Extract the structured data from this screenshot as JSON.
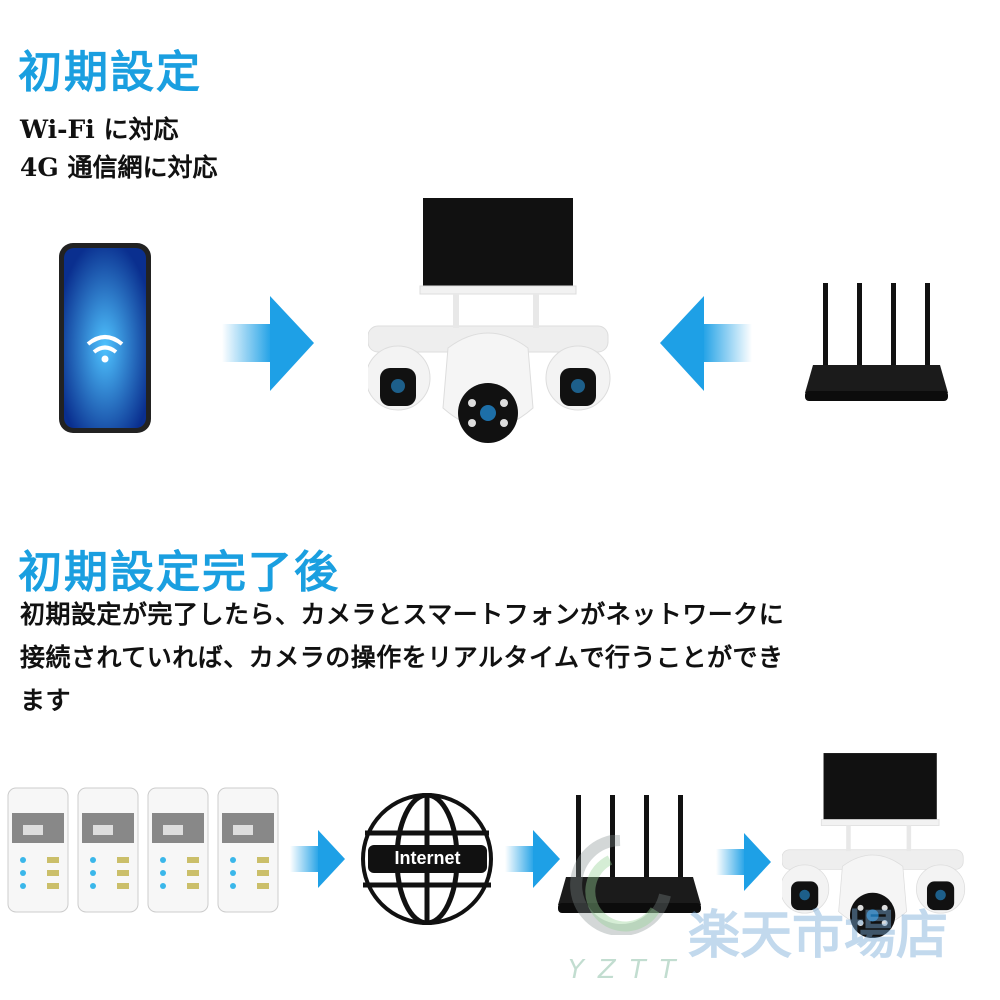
{
  "section1": {
    "title": "初期設定",
    "lines": [
      "Wi-Fi に対応",
      "4G 通信網に対応"
    ]
  },
  "section2": {
    "title": "初期設定完了後",
    "paragraph": [
      "初期設定が完了したら、カメラとスマートフォンがネットワークに",
      "接続されていれば、カメラの操作をリアルタイムで行うことができ",
      "ます"
    ]
  },
  "globe_label": "Internet",
  "watermark": {
    "shop": "楽天市場店",
    "brand": "YZTT"
  },
  "colors": {
    "accent": "#1a9fe0",
    "text": "#111111"
  }
}
